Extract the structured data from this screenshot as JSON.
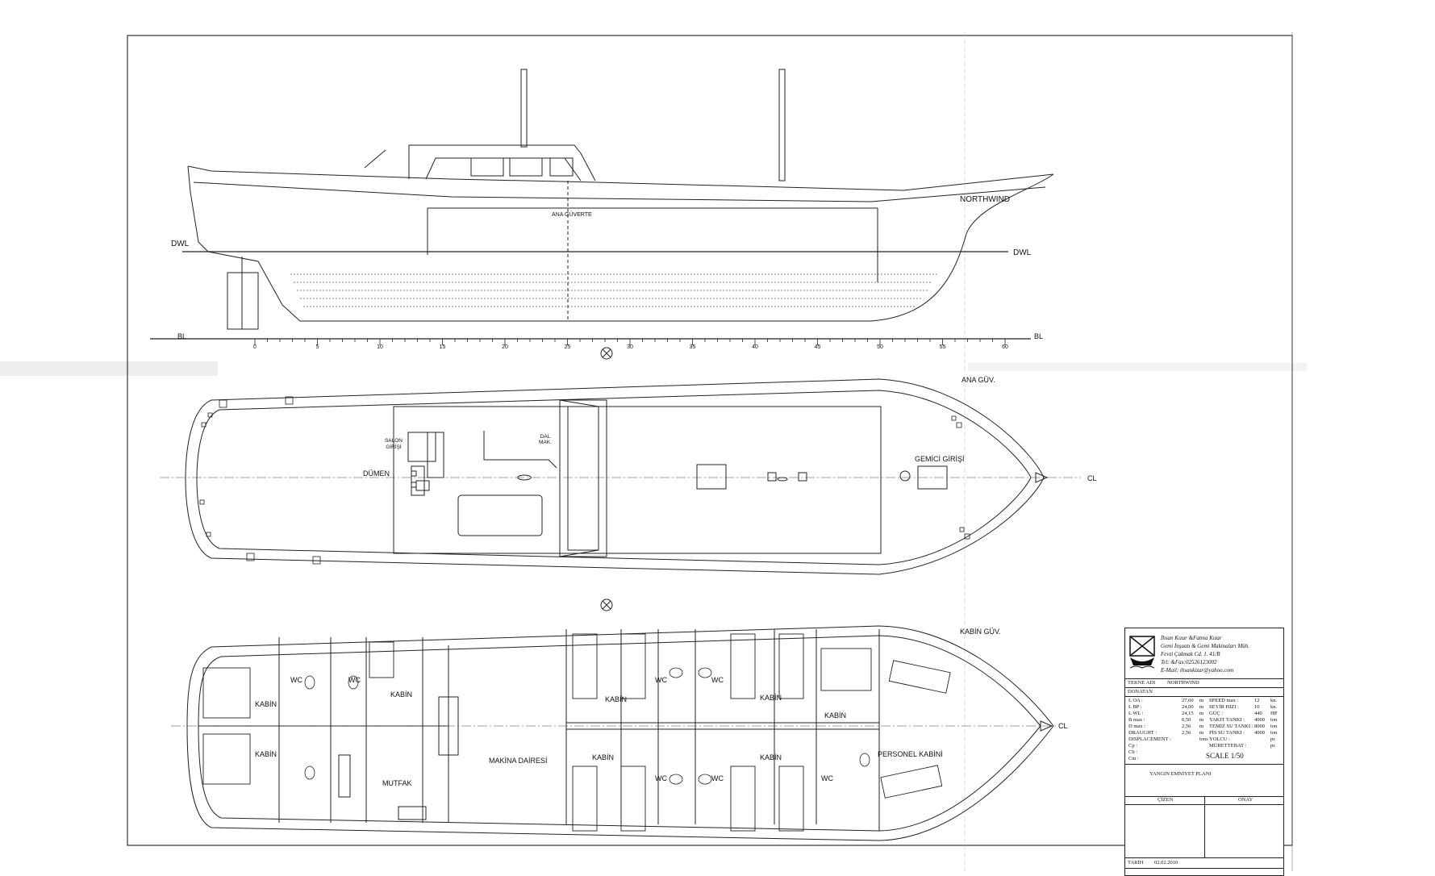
{
  "profile": {
    "vessel_name": "NORTHWIND",
    "deck_label": "ANA GÜVERTE",
    "dwl_left": "DWL",
    "dwl_right": "DWL",
    "bl_left": "BL",
    "bl_right": "BL",
    "frames": [
      "0",
      "5",
      "10",
      "15",
      "20",
      "25",
      "30",
      "35",
      "40",
      "45",
      "50",
      "55",
      "60"
    ]
  },
  "main_deck": {
    "title": "ANA GÜV.",
    "cl": "CL",
    "labels": {
      "salon": "SALON\nGİRİŞİ",
      "dumen": "DÜMEN",
      "dal_mak": "DAL\nMAK.",
      "gemici": "GEMİCİ GİRİŞİ"
    }
  },
  "cabin_deck": {
    "title": "KABİN GÜV.",
    "cl": "CL",
    "labels": {
      "kabin": "KABİN",
      "wc": "WC",
      "mutfak": "MUTFAK",
      "makina": "MAKİNA DAİRESİ",
      "personel": "PERSONEL KABİNİ"
    }
  },
  "title_block": {
    "company": [
      "İhsan Kızar  &Fatma Kızar",
      "Gemi İnşaatı &  Gemi Makinaları Müh.",
      "Fevzi Çakmak Cd. 1. 41/B",
      "Tel: &Fax:02526123002",
      "E-Mail: ihsankizar@yahoo.com"
    ],
    "tekne_adi_label": "TEKNE ADI",
    "tekne_adi_value": "NORTHWIND",
    "donatan_label": "DONATAN",
    "specs_left": [
      {
        "k": "L OA :",
        "v": "27,60",
        "u": "m"
      },
      {
        "k": "L BP :",
        "v": "24,00",
        "u": "m"
      },
      {
        "k": "L WL :",
        "v": "24,15",
        "u": "m"
      },
      {
        "k": "B max :",
        "v": "6,50",
        "u": "m"
      },
      {
        "k": "D max :",
        "v": "2,56",
        "u": "m"
      },
      {
        "k": "DRAUGHT :",
        "v": "2,56",
        "u": "m"
      },
      {
        "k": "DISPLACEMENT :",
        "v": "",
        "u": "tons"
      },
      {
        "k": "Cp :",
        "v": "",
        "u": ""
      },
      {
        "k": "Cb :",
        "v": "",
        "u": ""
      },
      {
        "k": "Cm :",
        "v": "",
        "u": ""
      }
    ],
    "specs_right": [
      {
        "k": "SPEED max :",
        "v": "12",
        "u": "kn."
      },
      {
        "k": "SEYİR HIZI :",
        "v": "10",
        "u": "kn."
      },
      {
        "k": "GÜÇ :",
        "v": "440",
        "u": "HP"
      },
      {
        "k": "YAKIT TANKI :",
        "v": "4000",
        "u": "ton"
      },
      {
        "k": "TEMİZ SU TANKI :",
        "v": "8000",
        "u": "ton"
      },
      {
        "k": "PİS SU TANKI :",
        "v": "4000",
        "u": "ton"
      },
      {
        "k": "YOLCU :",
        "v": "",
        "u": "pr."
      },
      {
        "k": "MÜRETTEBAT :",
        "v": "",
        "u": "pr."
      }
    ],
    "scale": "SCALE 1/50",
    "drawing_title": "YANGIN EMNİYET PLANI",
    "cizen_label": "ÇİZEN",
    "onay_label": "ONAY",
    "tarih_label": "TARİH",
    "tarih_value": "02.02.2010"
  }
}
